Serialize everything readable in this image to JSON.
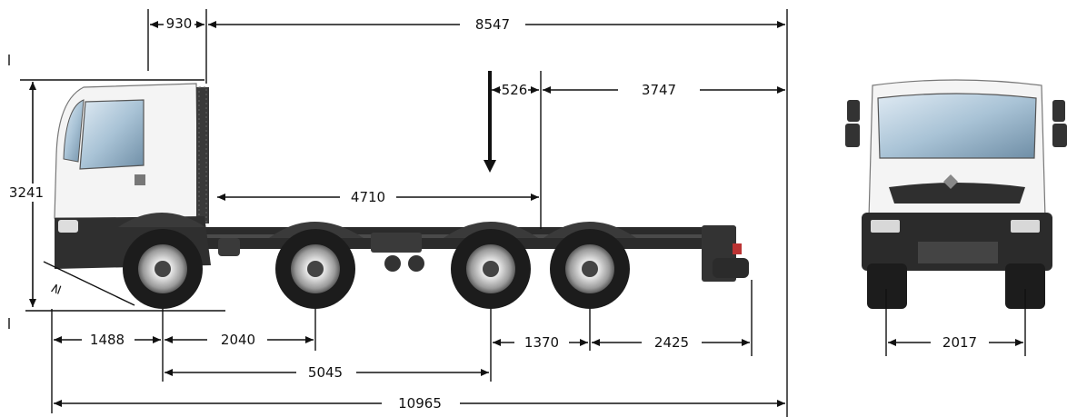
{
  "dimensions": {
    "front_overhang_to_cab": "930",
    "cab_to_rear": "8547",
    "load_offset": "526",
    "rear_overhang_top": "3747",
    "body_length": "4710",
    "height": "3241",
    "approach_angle": "≥",
    "front_overhang": "1488",
    "axle_1_2": "2040",
    "axle_2_3": "1370",
    "rear_overhang": "2425",
    "wheelbase": "5045",
    "overall_length": "10965",
    "track_width": "2017"
  },
  "colors": {
    "line": "#111111",
    "cab": "#f4f4f4",
    "chassis": "#2b2b2b",
    "tire": "#1c1c1c",
    "rim": "#bdbdbd",
    "glass": "#a9c3d6"
  }
}
